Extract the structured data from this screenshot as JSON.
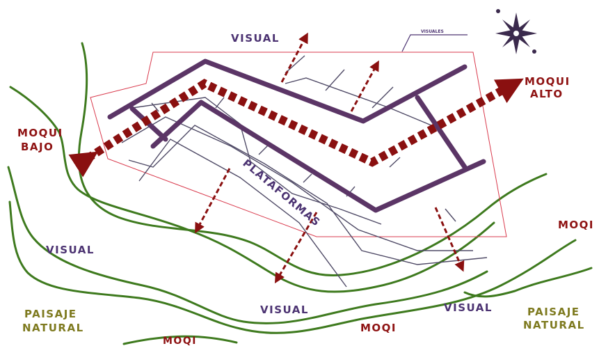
{
  "colors": {
    "contour": "#3e7a1e",
    "wall": "#5b3566",
    "axis": "#8a1010",
    "label_red": "#8e1212",
    "label_purple": "#4c3372",
    "label_olive": "#7e7a1f",
    "site_outline": "#d9394c",
    "platform_lines": "#4f4a66",
    "compass": "#3b2a4d"
  },
  "icons": {
    "compass": "north-arrow-compass-icon"
  },
  "labels": {
    "visual_top": "VISUAL",
    "visuales": "VISUALES",
    "moqui_alto_1": "MOQUI",
    "moqui_alto_2": "ALTO",
    "moqui_bajo_1": "MOQUI",
    "moqui_bajo_2": "BAJO",
    "plataformas": "PLATAFORMAS",
    "moqi_right": "MOQI",
    "visual_left": "VISUAL",
    "visual_center": "VISUAL",
    "visual_right": "VISUAL",
    "moqi_center": "MOQI",
    "moqi_bottom": "MOQI",
    "paisaje_left_1": "PAISAJE",
    "paisaje_left_2": "NATURAL",
    "paisaje_right_1": "PAISAJE",
    "paisaje_right_2": "NATURAL"
  }
}
